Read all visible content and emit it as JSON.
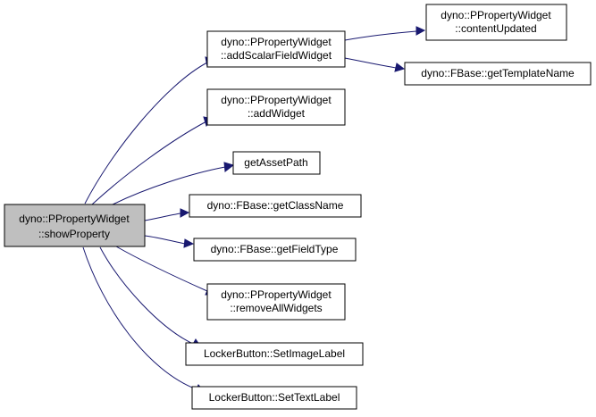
{
  "diagram": {
    "root": {
      "lines": [
        "dyno::PPropertyWidget",
        "::showProperty"
      ],
      "fill": "#bfbfbf"
    },
    "nodes": {
      "n_addscalar": {
        "lines": [
          "dyno::PPropertyWidget",
          "::addScalarFieldWidget"
        ]
      },
      "n_addwidget": {
        "lines": [
          "dyno::PPropertyWidget",
          "::addWidget"
        ]
      },
      "n_getasset": {
        "lines": [
          "getAssetPath"
        ]
      },
      "n_getclass": {
        "lines": [
          "dyno::FBase::getClassName"
        ]
      },
      "n_getfield": {
        "lines": [
          "dyno::FBase::getFieldType"
        ]
      },
      "n_removeall": {
        "lines": [
          "dyno::PPropertyWidget",
          "::removeAllWidgets"
        ]
      },
      "n_setimage": {
        "lines": [
          "LockerButton::SetImageLabel"
        ]
      },
      "n_settext": {
        "lines": [
          "LockerButton::SetTextLabel"
        ]
      },
      "n_content": {
        "lines": [
          "dyno::PPropertyWidget",
          "::contentUpdated"
        ]
      },
      "n_template": {
        "lines": [
          "dyno::FBase::getTemplateName"
        ]
      }
    },
    "edges": [
      {
        "from": "root",
        "to": "n_addscalar"
      },
      {
        "from": "root",
        "to": "n_addwidget"
      },
      {
        "from": "root",
        "to": "n_getasset"
      },
      {
        "from": "root",
        "to": "n_getclass"
      },
      {
        "from": "root",
        "to": "n_getfield"
      },
      {
        "from": "root",
        "to": "n_removeall"
      },
      {
        "from": "root",
        "to": "n_setimage"
      },
      {
        "from": "root",
        "to": "n_settext"
      },
      {
        "from": "n_addscalar",
        "to": "n_content"
      },
      {
        "from": "n_addscalar",
        "to": "n_template"
      }
    ],
    "colors": {
      "edge": "#191970",
      "node_fill": "#ffffff",
      "node_border": "#000000"
    }
  }
}
